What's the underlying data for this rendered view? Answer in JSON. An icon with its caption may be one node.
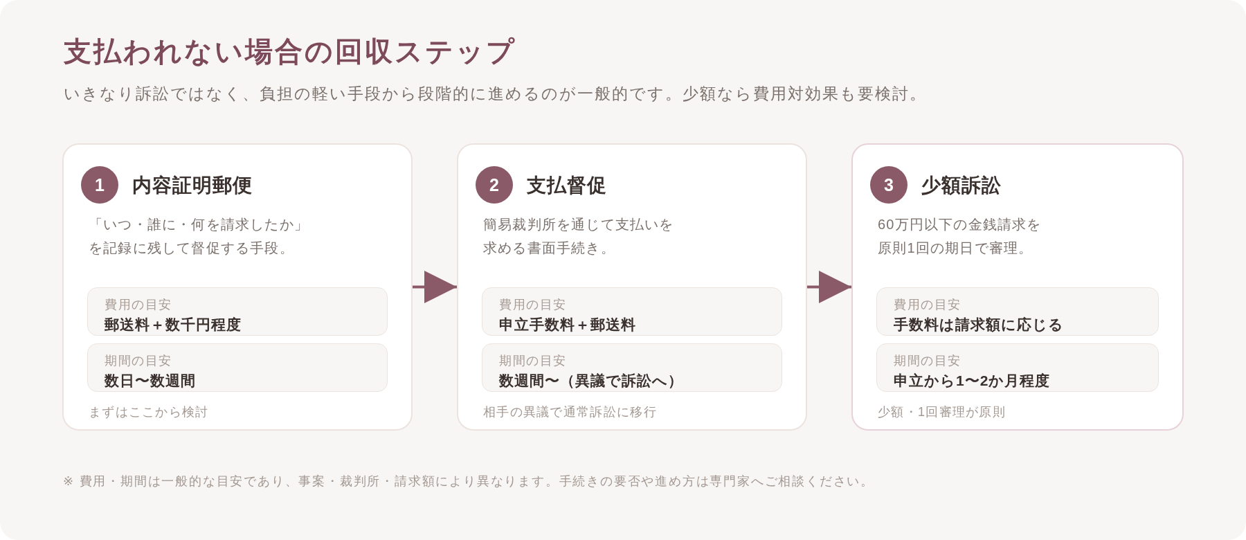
{
  "diagram": {
    "title": "支払われない場合の回収ステップ",
    "nodes": [
      {
        "text": [
          "内容証明郵便",
          "「いつ・誰に・何を請求したか」を記録に残して督促する手段。",
          "まずはここから検討"
        ]
      },
      {
        "text": [
          "1"
        ],
        "in": 0
      },
      {
        "text": [
          "費用の目安",
          "郵送料＋数千円程度"
        ],
        "in": 0
      },
      {
        "text": [
          "期間の目安",
          "数日〜数週間"
        ],
        "in": 0
      },
      {
        "text": [
          "支払督促",
          "簡易裁判所を通じて支払いを求める書面手続き。",
          "相手の異議で通常訴訟に移行"
        ]
      },
      {
        "text": [
          "2"
        ],
        "in": 4
      },
      {
        "text": [
          "費用の目安",
          "申立手数料＋郵送料"
        ],
        "in": 4
      },
      {
        "text": [
          "期間の目安",
          "数週間〜（異議で訴訟へ）"
        ],
        "in": 4
      },
      {
        "text": [
          "少額訴訟",
          "60万円以下の金銭請求を原則1回の期日で審理。",
          "少額・1回審理が原則"
        ]
      },
      {
        "text": [
          "3"
        ],
        "in": 8
      },
      {
        "text": [
          "費用の目安",
          "手数料は請求額に応じる"
        ],
        "in": 8
      },
      {
        "text": [
          "期間の目安",
          "申立から1〜2か月程度"
        ],
        "in": 8
      }
    ],
    "edges": [
      {
        "from": 0,
        "to": 4,
        "arrow": "to"
      },
      {
        "from": 4,
        "to": 8,
        "arrow": "to"
      }
    ],
    "labels": [
      "いきなり訴訟ではなく、負担の軽い手段から段階的に進めるのが一般的です。少額なら費用対効果も要検討。",
      "※ 費用・期間は一般的な目安であり、事案・裁判所・請求額により異なります。手続きの要否や進め方は専門家へご相談ください。"
    ]
  }
}
